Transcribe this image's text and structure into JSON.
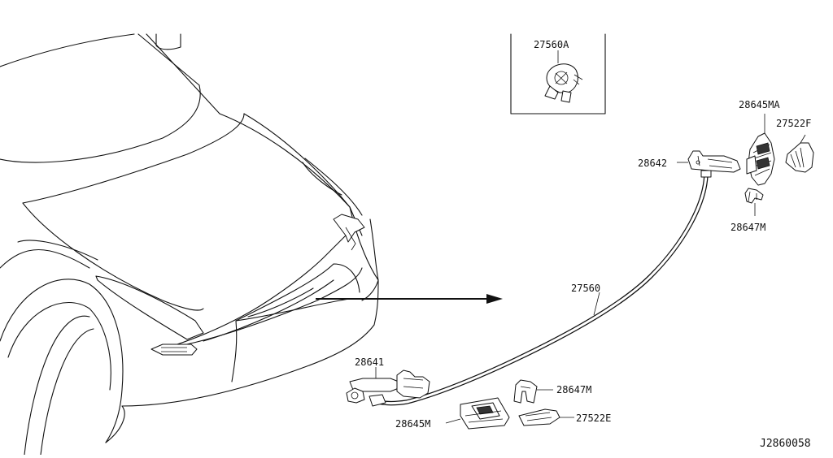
{
  "diagram": {
    "drawing_number": "J2860058",
    "inset_label": "27560A",
    "callouts": {
      "p28645MA": "28645MA",
      "p27522F": "27522F",
      "p28642": "28642",
      "p28647M_top": "28647M",
      "p27560": "27560",
      "p28641": "28641",
      "p28647M_bottom": "28647M",
      "p28645M": "28645M",
      "p27522E": "27522E"
    }
  }
}
